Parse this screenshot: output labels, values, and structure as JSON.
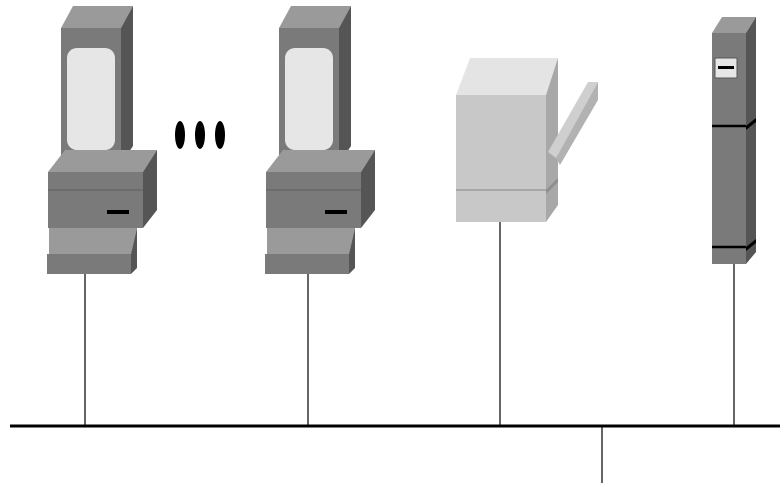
{
  "diagram": {
    "colors": {
      "background": "#ffffff",
      "line": "#000000",
      "device_dark": "#555555",
      "device_mid": "#7a7a7a",
      "device_light": "#9a9a9a",
      "screen": "#e6e6e6",
      "printer_front": "#c8c8c8",
      "printer_top": "#e4e4e4",
      "printer_side": "#a8a8a8"
    },
    "nodes": [
      {
        "id": "workstation-1",
        "icon": "workstation-icon"
      },
      {
        "id": "workstation-n",
        "icon": "workstation-icon"
      },
      {
        "id": "printer",
        "icon": "printer-icon"
      },
      {
        "id": "server",
        "icon": "server-tower-icon"
      }
    ],
    "ellipsis": {
      "icon": "ellipsis-icon",
      "dots": 3
    },
    "bus": {
      "icon": "network-bus-line",
      "has_uplink": true
    }
  }
}
